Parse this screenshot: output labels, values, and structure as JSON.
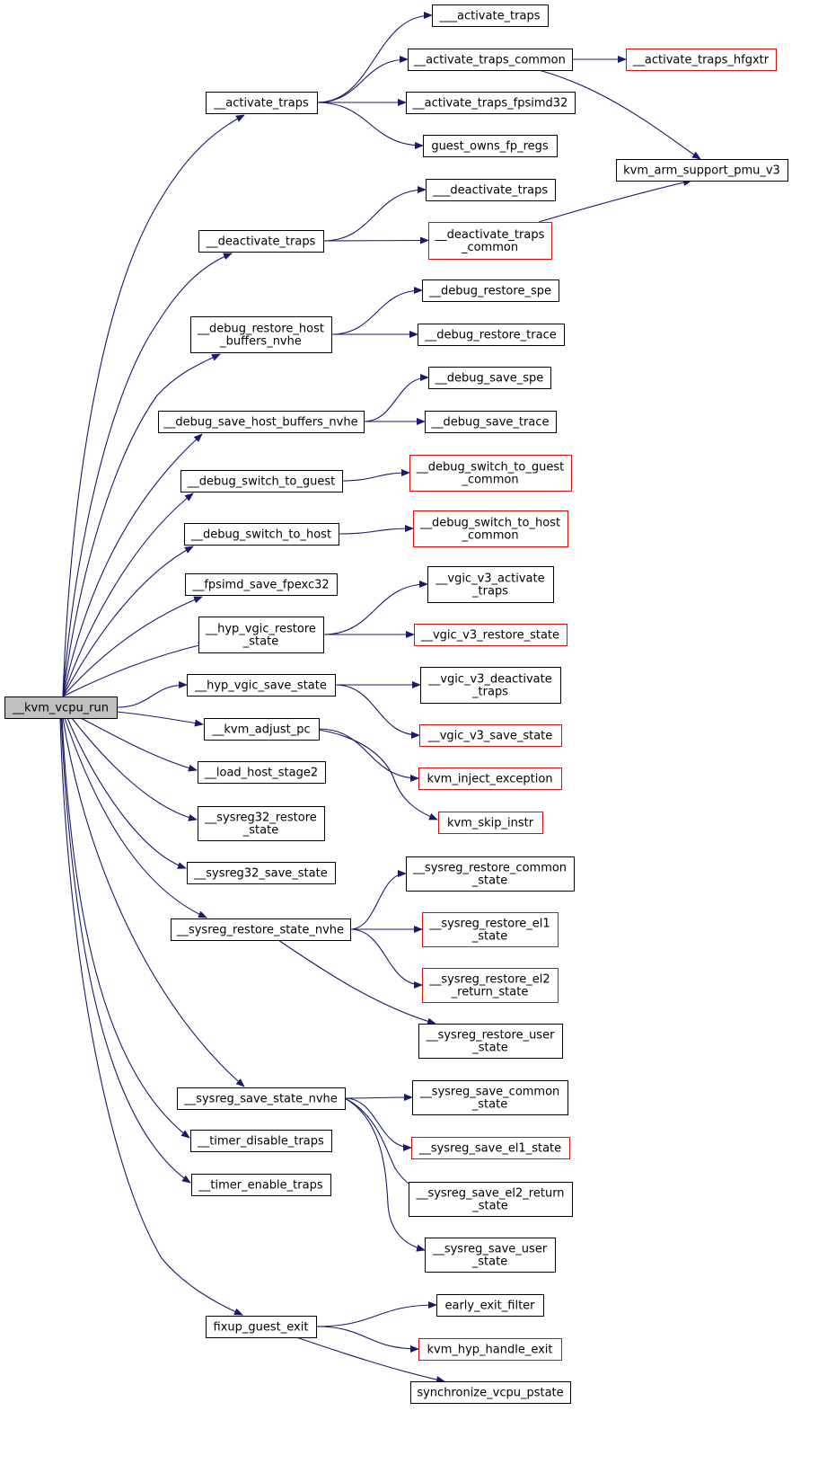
{
  "colors": {
    "edge": "#191970",
    "border_normal": "#000000",
    "border_truncated": "#ff0000",
    "root_fill": "#bfbfbf",
    "node_fill": "#ffffff"
  },
  "nodes": [
    {
      "id": "root",
      "lines": [
        "__kvm_vcpu_run"
      ],
      "style": "root"
    },
    {
      "id": "at",
      "lines": [
        "__activate_traps"
      ],
      "style": "normal"
    },
    {
      "id": "at3",
      "lines": [
        "___activate_traps"
      ],
      "style": "normal"
    },
    {
      "id": "atc",
      "lines": [
        "__activate_traps_common"
      ],
      "style": "normal"
    },
    {
      "id": "athfg",
      "lines": [
        "__activate_traps_hfgxtr"
      ],
      "style": "truncated"
    },
    {
      "id": "atfp",
      "lines": [
        "__activate_traps_fpsimd32"
      ],
      "style": "normal"
    },
    {
      "id": "gofr",
      "lines": [
        "guest_owns_fp_regs"
      ],
      "style": "normal"
    },
    {
      "id": "pmu",
      "lines": [
        "kvm_arm_support_pmu_v3"
      ],
      "style": "normal"
    },
    {
      "id": "dt",
      "lines": [
        "__deactivate_traps"
      ],
      "style": "normal"
    },
    {
      "id": "dt3",
      "lines": [
        "___deactivate_traps"
      ],
      "style": "normal"
    },
    {
      "id": "dtc",
      "lines": [
        "__deactivate_traps",
        "_common"
      ],
      "style": "truncated"
    },
    {
      "id": "drhb",
      "lines": [
        "__debug_restore_host",
        "_buffers_nvhe"
      ],
      "style": "normal"
    },
    {
      "id": "drspe",
      "lines": [
        "__debug_restore_spe"
      ],
      "style": "normal"
    },
    {
      "id": "drtr",
      "lines": [
        "__debug_restore_trace"
      ],
      "style": "normal"
    },
    {
      "id": "dshb",
      "lines": [
        "__debug_save_host_buffers_nvhe"
      ],
      "style": "normal"
    },
    {
      "id": "dsspe",
      "lines": [
        "__debug_save_spe"
      ],
      "style": "normal"
    },
    {
      "id": "dstr",
      "lines": [
        "__debug_save_trace"
      ],
      "style": "normal"
    },
    {
      "id": "dstg",
      "lines": [
        "__debug_switch_to_guest"
      ],
      "style": "normal"
    },
    {
      "id": "dstgc",
      "lines": [
        "__debug_switch_to_guest",
        "_common"
      ],
      "style": "truncated"
    },
    {
      "id": "dsth",
      "lines": [
        "__debug_switch_to_host"
      ],
      "style": "normal"
    },
    {
      "id": "dsthc",
      "lines": [
        "__debug_switch_to_host",
        "_common"
      ],
      "style": "truncated"
    },
    {
      "id": "fpx",
      "lines": [
        "__fpsimd_save_fpexc32"
      ],
      "style": "normal"
    },
    {
      "id": "hvrs",
      "lines": [
        "__hyp_vgic_restore",
        "_state"
      ],
      "style": "normal"
    },
    {
      "id": "v3at",
      "lines": [
        "__vgic_v3_activate",
        "_traps"
      ],
      "style": "normal"
    },
    {
      "id": "v3rs",
      "lines": [
        "__vgic_v3_restore_state"
      ],
      "style": "truncated"
    },
    {
      "id": "hvss",
      "lines": [
        "__hyp_vgic_save_state"
      ],
      "style": "normal"
    },
    {
      "id": "v3dt",
      "lines": [
        "__vgic_v3_deactivate",
        "_traps"
      ],
      "style": "normal"
    },
    {
      "id": "v3ss",
      "lines": [
        "__vgic_v3_save_state"
      ],
      "style": "truncated"
    },
    {
      "id": "kapc",
      "lines": [
        "__kvm_adjust_pc"
      ],
      "style": "normal"
    },
    {
      "id": "kie",
      "lines": [
        "kvm_inject_exception"
      ],
      "style": "truncated"
    },
    {
      "id": "ksi",
      "lines": [
        "kvm_skip_instr"
      ],
      "style": "truncated"
    },
    {
      "id": "lhs2",
      "lines": [
        "__load_host_stage2"
      ],
      "style": "normal"
    },
    {
      "id": "s32r",
      "lines": [
        "__sysreg32_restore",
        "_state"
      ],
      "style": "normal"
    },
    {
      "id": "s32s",
      "lines": [
        "__sysreg32_save_state"
      ],
      "style": "normal"
    },
    {
      "id": "srsn",
      "lines": [
        "__sysreg_restore_state_nvhe"
      ],
      "style": "normal"
    },
    {
      "id": "srcs",
      "lines": [
        "__sysreg_restore_common",
        "_state"
      ],
      "style": "normal"
    },
    {
      "id": "sre1",
      "lines": [
        "__sysreg_restore_el1",
        "_state"
      ],
      "style": "truncated"
    },
    {
      "id": "sre2",
      "lines": [
        "__sysreg_restore_el2",
        "_return_state"
      ],
      "style": "truncated"
    },
    {
      "id": "srus",
      "lines": [
        "__sysreg_restore_user",
        "_state"
      ],
      "style": "normal"
    },
    {
      "id": "sssn",
      "lines": [
        "__sysreg_save_state_nvhe"
      ],
      "style": "normal"
    },
    {
      "id": "sscs",
      "lines": [
        "__sysreg_save_common",
        "_state"
      ],
      "style": "normal"
    },
    {
      "id": "sse1",
      "lines": [
        "__sysreg_save_el1_state"
      ],
      "style": "truncated"
    },
    {
      "id": "sse2",
      "lines": [
        "__sysreg_save_el2_return",
        "_state"
      ],
      "style": "normal"
    },
    {
      "id": "ssus",
      "lines": [
        "__sysreg_save_user",
        "_state"
      ],
      "style": "normal"
    },
    {
      "id": "tdt",
      "lines": [
        "__timer_disable_traps"
      ],
      "style": "normal"
    },
    {
      "id": "tet",
      "lines": [
        "__timer_enable_traps"
      ],
      "style": "normal"
    },
    {
      "id": "fge",
      "lines": [
        "fixup_guest_exit"
      ],
      "style": "normal"
    },
    {
      "id": "eef",
      "lines": [
        "early_exit_filter"
      ],
      "style": "normal"
    },
    {
      "id": "khhe",
      "lines": [
        "kvm_hyp_handle_exit"
      ],
      "style": "truncated"
    },
    {
      "id": "svp",
      "lines": [
        "synchronize_vcpu_pstate"
      ],
      "style": "normal"
    }
  ],
  "edges": [
    [
      "root",
      "at"
    ],
    [
      "root",
      "dt"
    ],
    [
      "root",
      "drhb"
    ],
    [
      "root",
      "dshb"
    ],
    [
      "root",
      "dstg"
    ],
    [
      "root",
      "dsth"
    ],
    [
      "root",
      "fpx"
    ],
    [
      "root",
      "hvrs"
    ],
    [
      "root",
      "hvss"
    ],
    [
      "root",
      "kapc"
    ],
    [
      "root",
      "lhs2"
    ],
    [
      "root",
      "s32r"
    ],
    [
      "root",
      "s32s"
    ],
    [
      "root",
      "srsn"
    ],
    [
      "root",
      "sssn"
    ],
    [
      "root",
      "tdt"
    ],
    [
      "root",
      "tet"
    ],
    [
      "root",
      "fge"
    ],
    [
      "at",
      "at3"
    ],
    [
      "at",
      "atc"
    ],
    [
      "at",
      "atfp"
    ],
    [
      "at",
      "gofr"
    ],
    [
      "atc",
      "athfg"
    ],
    [
      "atc",
      "pmu"
    ],
    [
      "dt",
      "dt3"
    ],
    [
      "dt",
      "dtc"
    ],
    [
      "dtc",
      "pmu"
    ],
    [
      "drhb",
      "drspe"
    ],
    [
      "drhb",
      "drtr"
    ],
    [
      "dshb",
      "dsspe"
    ],
    [
      "dshb",
      "dstr"
    ],
    [
      "dstg",
      "dstgc"
    ],
    [
      "dsth",
      "dsthc"
    ],
    [
      "hvrs",
      "v3at"
    ],
    [
      "hvrs",
      "v3rs"
    ],
    [
      "hvss",
      "v3dt"
    ],
    [
      "hvss",
      "v3ss"
    ],
    [
      "kapc",
      "kie"
    ],
    [
      "kapc",
      "ksi"
    ],
    [
      "srsn",
      "srcs"
    ],
    [
      "srsn",
      "sre1"
    ],
    [
      "srsn",
      "sre2"
    ],
    [
      "srsn",
      "srus"
    ],
    [
      "sssn",
      "sscs"
    ],
    [
      "sssn",
      "sse1"
    ],
    [
      "sssn",
      "sse2"
    ],
    [
      "sssn",
      "ssus"
    ],
    [
      "fge",
      "eef"
    ],
    [
      "fge",
      "khhe"
    ],
    [
      "fge",
      "svp"
    ]
  ]
}
